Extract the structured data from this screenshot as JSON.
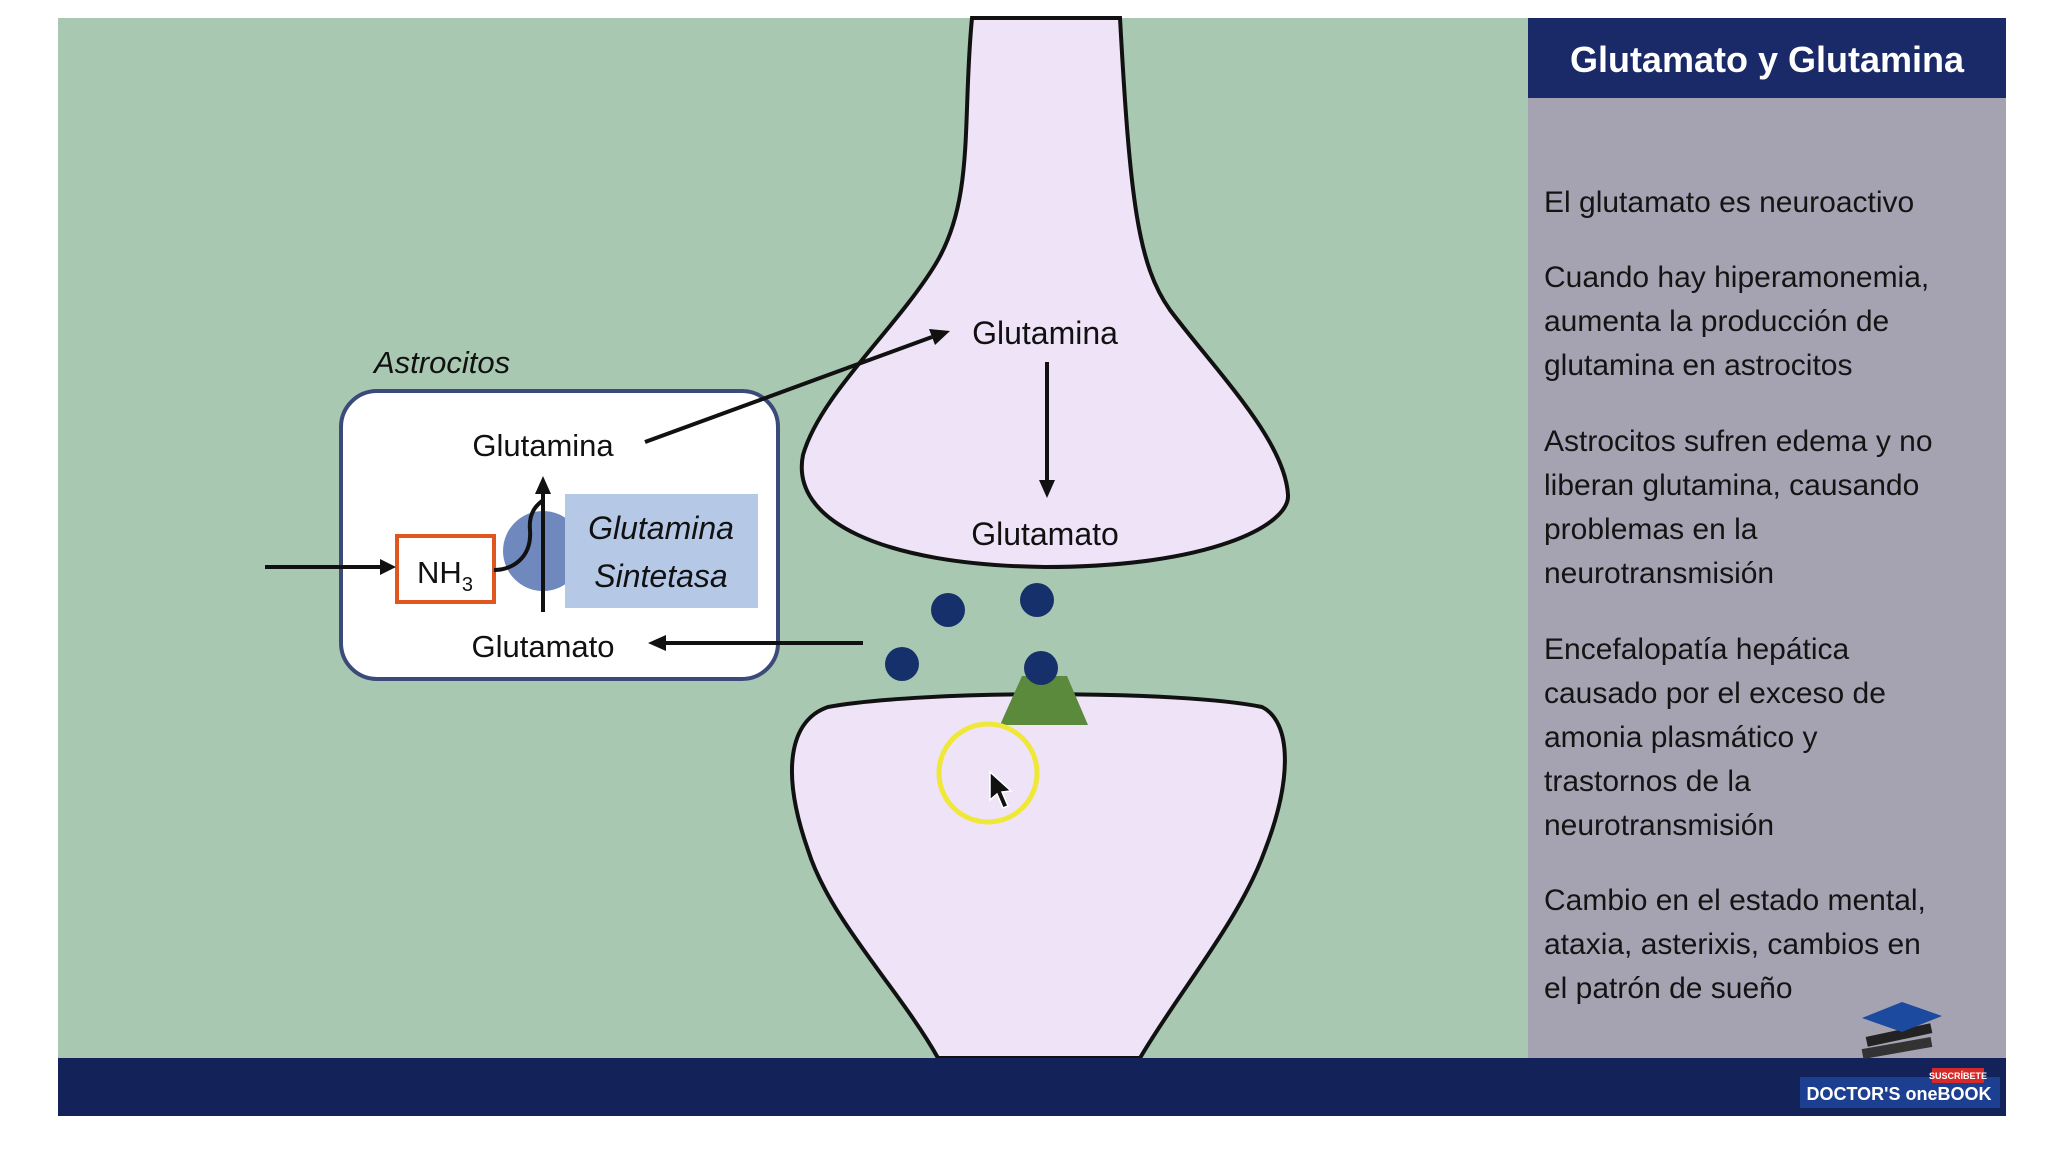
{
  "panel": {
    "title": "Glutamato y Glutamina",
    "paragraphs": [
      [
        "El glutamato es neuroactivo"
      ],
      [
        "Cuando hay hiperamonemia,",
        "aumenta la producción de",
        "glutamina en astrocitos"
      ],
      [
        "Astrocitos sufren edema y no",
        "liberan glutamina, causando",
        "problemas en la",
        "neurotransmisión"
      ],
      [
        "Encefalopatía hepática",
        "causado por el exceso de",
        "amonia plasmático y",
        "trastornos de la",
        "neurotransmisión"
      ],
      [
        "Cambio en el estado mental,",
        "ataxia, asterixis, cambios en",
        "el patrón de sueño"
      ]
    ]
  },
  "diagram": {
    "astrocytes_label": "Astrocitos",
    "astro_glutamine": "Glutamina",
    "astro_glutamate": "Glutamato",
    "nh3_base": "NH",
    "nh3_sub": "3",
    "enzyme_line1": "Glutamina",
    "enzyme_line2": "Sintetasa",
    "neuron_glutamine": "Glutamina",
    "neuron_glutamate": "Glutamato"
  },
  "brand": {
    "name": "DOCTOR'S oneBOOK",
    "subscribe": "SUSCRÍBETE"
  },
  "colors": {
    "slide_background": "#a9c8b1",
    "panel_background": "#a5a3b2",
    "header_navy": "#1a2a68",
    "neuron_fill": "#eee3f7",
    "vesicle": "#16306b",
    "receptor": "#5b8a3c",
    "nh3_border": "#e0561f",
    "enzyme_box": "#b5c8e6",
    "cursor_ring": "#f0e838"
  }
}
